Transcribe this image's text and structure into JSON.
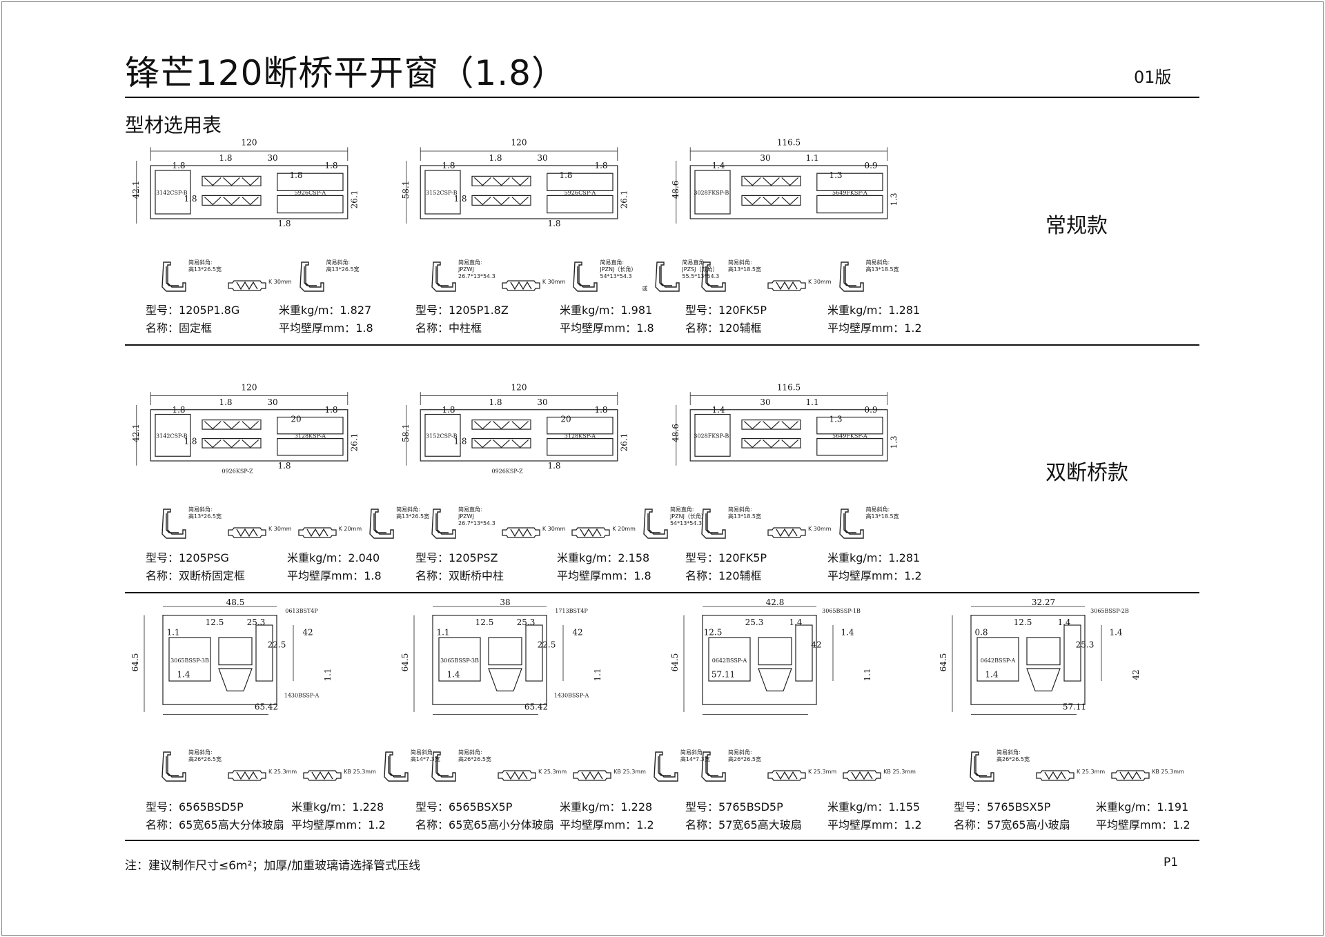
{
  "header": {
    "title": "锋芒120断桥平开窗（1.8）",
    "version": "01版",
    "subtitle": "型材选用表"
  },
  "labels": {
    "model": "型号：",
    "weight": "米重kg/m：",
    "name": "名称：",
    "thickness": "平均壁厚mm："
  },
  "rows": [
    {
      "label": "常规款",
      "items": [
        {
          "model": "1205P1.8G",
          "weight": "1.827",
          "name": "固定框",
          "thickness": "1.8",
          "dims": [
            "120",
            "42.1",
            "1.8",
            "1.8",
            "30",
            "1.8",
            "1.8",
            "26.1",
            "1.8",
            "1.8"
          ],
          "codes": [
            "3142CSP-B",
            "5926CSP-A"
          ],
          "parts": [
            [
              "简易斜角:",
              "高13*26.5宽"
            ],
            [
              "K 30mm"
            ],
            [
              "简易斜角:",
              "高13*26.5宽"
            ]
          ]
        },
        {
          "model": "1205P1.8Z",
          "weight": "1.981",
          "name": "中柱框",
          "thickness": "1.8",
          "dims": [
            "120",
            "58.1",
            "1.8",
            "1.8",
            "30",
            "1.8",
            "1.8",
            "26.1",
            "1.8",
            "1.8"
          ],
          "codes": [
            "3152CSP-B",
            "5926CSP-A"
          ],
          "parts": [
            [
              "简易直角:",
              "JPZWJ",
              "26.7*13*54.3"
            ],
            [
              "K 30mm"
            ],
            [
              "简易直角:",
              "JPZNJ（长角）",
              "54*13*54.3"
            ],
            [
              "或"
            ],
            [
              "简易直角:",
              "JPZSJ（双角）",
              "55.5*13*54.3"
            ]
          ]
        },
        {
          "model": "120FK5P",
          "weight": "1.281",
          "name": "120辅框",
          "thickness": "1.2",
          "dims": [
            "116.5",
            "48.6",
            "1.4",
            "30",
            "1.1",
            "1.3",
            "0.9",
            "1.3"
          ],
          "codes": [
            "3028FKSP-B",
            "5649FKSP-A"
          ],
          "parts": [
            [
              "简易斜角:",
              "高13*18.5宽"
            ],
            [
              "K 30mm"
            ],
            [
              "简易斜角:",
              "高13*18.5宽"
            ]
          ]
        }
      ]
    },
    {
      "label": "双断桥款",
      "items": [
        {
          "model": "1205PSG",
          "weight": "2.040",
          "name": "双断桥固定框",
          "thickness": "1.8",
          "dims": [
            "120",
            "42.1",
            "1.8",
            "1.8",
            "30",
            "20",
            "1.8",
            "26.1",
            "1.8",
            "1.8"
          ],
          "codes": [
            "3142CSP-B",
            "3128KSP-A",
            "0926KSP-Z"
          ],
          "parts": [
            [
              "简易斜角:",
              "高13*26.5宽"
            ],
            [
              "K 30mm"
            ],
            [
              "K 20mm"
            ],
            [
              "简易斜角:",
              "高13*26.5宽"
            ]
          ]
        },
        {
          "model": "1205PSZ",
          "weight": "2.158",
          "name": "双断桥中柱",
          "thickness": "1.8",
          "dims": [
            "120",
            "58.1",
            "1.8",
            "1.8",
            "30",
            "20",
            "1.8",
            "26.1",
            "1.8",
            "1.8"
          ],
          "codes": [
            "3152CSP-B",
            "3128KSP-A",
            "0926KSP-Z"
          ],
          "parts": [
            [
              "简易直角:",
              "JPZWJ",
              "26.7*13*54.3"
            ],
            [
              "K 30mm"
            ],
            [
              "K 20mm"
            ],
            [
              "简易直角:",
              "JPZNJ（长角）",
              "54*13*54.3"
            ]
          ]
        },
        {
          "model": "120FK5P",
          "weight": "1.281",
          "name": "120辅框",
          "thickness": "1.2",
          "dims": [
            "116.5",
            "48.6",
            "1.4",
            "30",
            "1.1",
            "1.3",
            "0.9",
            "1.3"
          ],
          "codes": [
            "3028FKSP-B",
            "5649FKSP-A"
          ],
          "parts": [
            [
              "简易斜角:",
              "高13*18.5宽"
            ],
            [
              "K 30mm"
            ],
            [
              "简易斜角:",
              "高13*18.5宽"
            ]
          ]
        }
      ]
    },
    {
      "label": "",
      "items": [
        {
          "model": "6565BSD5P",
          "weight": "1.228",
          "name": "65宽65高大分体玻扇",
          "thickness": "1.2",
          "dims": [
            "48.5",
            "64.5",
            "1.1",
            "12.5",
            "25.3",
            "22.5",
            "42",
            "1.1",
            "1.4",
            "65.42"
          ],
          "codes": [
            "0613BST4P",
            "3065BSSP-3B",
            "1430BSSP-A"
          ],
          "parts": [
            [
              "简易斜角:",
              "高26*26.5宽"
            ],
            [
              "K 25.3mm"
            ],
            [
              "KB 25.3mm"
            ],
            [
              "简易斜角:",
              "高14*7.3宽"
            ]
          ]
        },
        {
          "model": "6565BSX5P",
          "weight": "1.228",
          "name": "65宽65高小分体玻扇",
          "thickness": "1.2",
          "dims": [
            "38",
            "64.5",
            "1.1",
            "12.5",
            "25.3",
            "22.5",
            "42",
            "1.1",
            "1.4",
            "65.42"
          ],
          "codes": [
            "1713BST4P",
            "3065BSSP-3B",
            "1430BSSP-A"
          ],
          "parts": [
            [
              "简易斜角:",
              "高26*26.5宽"
            ],
            [
              "K 25.3mm"
            ],
            [
              "KB 25.3mm"
            ],
            [
              "简易斜角:",
              "高14*7.3宽"
            ]
          ]
        },
        {
          "model": "5765BSD5P",
          "weight": "1.155",
          "name": "57宽65高大玻扇",
          "thickness": "1.2",
          "dims": [
            "42.8",
            "64.5",
            "12.5",
            "25.3",
            "1.4",
            "42",
            "1.4",
            "1.1",
            "57.11"
          ],
          "codes": [
            "3065BSSP-1B",
            "0642BSSP-A"
          ],
          "parts": [
            [
              "简易斜角:",
              "高26*26.5宽"
            ],
            [
              "K 25.3mm"
            ],
            [
              "KB 25.3mm"
            ]
          ]
        },
        {
          "model": "5765BSX5P",
          "weight": "1.191",
          "name": "57宽65高小玻扇",
          "thickness": "1.2",
          "dims": [
            "32.27",
            "64.5",
            "0.8",
            "12.5",
            "1.4",
            "25.3",
            "1.4",
            "42",
            "1.4",
            "57.11"
          ],
          "codes": [
            "3065BSSP-2B",
            "0642BSSP-A"
          ],
          "parts": [
            [
              "简易斜角:",
              "高26*26.5宽"
            ],
            [
              "K 25.3mm"
            ],
            [
              "KB 25.3mm"
            ]
          ]
        }
      ]
    }
  ],
  "footer": {
    "note": "注：建议制作尺寸≤6m²；加厚/加重玻璃请选择管式压线",
    "page": "P1"
  }
}
